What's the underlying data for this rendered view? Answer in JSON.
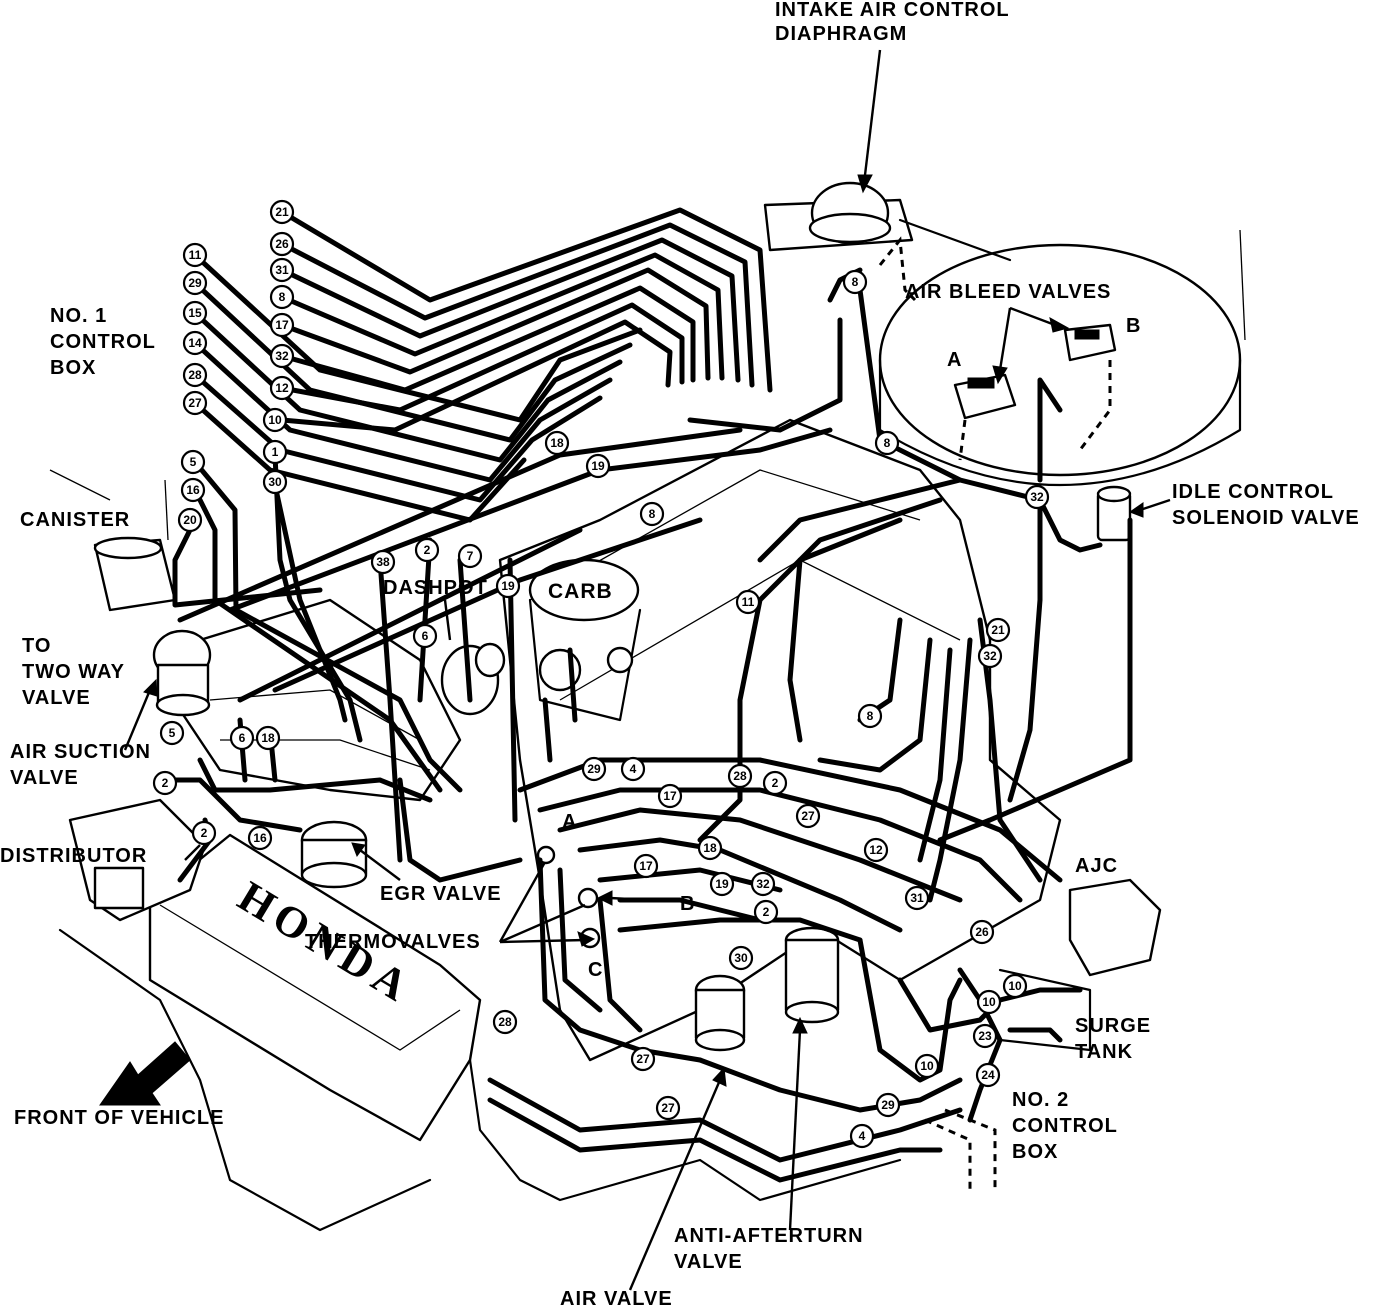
{
  "labels": {
    "intake": [
      "INTAKE AIR CONTROL",
      "DIAPHRAGM"
    ],
    "no1": [
      "NO. 1",
      "CONTROL",
      "BOX"
    ],
    "air_bleed": "AIR BLEED VALVES",
    "valve_a": "A",
    "valve_b": "B",
    "canister": "CANISTER",
    "idle": [
      "IDLE CONTROL",
      "SOLENOID VALVE"
    ],
    "dashpot": "DASHPOT",
    "carb": "CARB",
    "two_way": [
      "TO",
      "TWO WAY",
      "VALVE"
    ],
    "air_suction": [
      "AIR SUCTION",
      "VALVE"
    ],
    "distributor": "DISTRIBUTOR",
    "egr": "EGR VALVE",
    "thermo": "THERMOVALVES",
    "thermo_a": "A",
    "thermo_b": "B",
    "thermo_c": "C",
    "ajc": "AJC",
    "surge": [
      "SURGE",
      "TANK"
    ],
    "no2": [
      "NO. 2",
      "CONTROL",
      "BOX"
    ],
    "front": "FRONT OF VEHICLE",
    "anti": [
      "ANTI-AFTERTURN",
      "VALVE"
    ],
    "air_valve": "AIR VALVE",
    "honda": "HONDA"
  },
  "hose_tags": [
    "21",
    "26",
    "31",
    "8",
    "17",
    "32",
    "12",
    "10",
    "11",
    "29",
    "15",
    "14",
    "28",
    "27",
    "1",
    "30",
    "5",
    "16",
    "20",
    "8",
    "8",
    "32",
    "18",
    "19",
    "8",
    "2",
    "7",
    "38",
    "19",
    "6",
    "11",
    "21",
    "32",
    "8",
    "5",
    "6",
    "18",
    "2",
    "16",
    "2",
    "29",
    "4",
    "17",
    "28",
    "2",
    "27",
    "12",
    "17",
    "18",
    "19",
    "32",
    "2",
    "31",
    "26",
    "30",
    "10",
    "10",
    "23",
    "24",
    "29",
    "4",
    "27",
    "10",
    "27",
    "28"
  ]
}
